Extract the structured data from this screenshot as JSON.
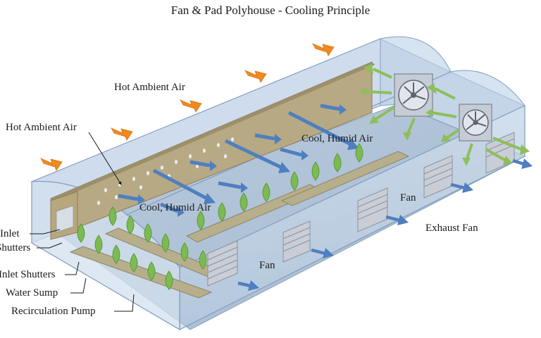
{
  "title": "Fan & Pad Polyhouse - Cooling Principle",
  "labels": {
    "hot_ambient_air_top": "Hot Ambient Air",
    "hot_ambient_air_left": "Hot Ambient Air",
    "cool_humid_air_center": "Cool, Humid Air",
    "cool_humid_air_left": "Cool, Humid Air",
    "fan_right": "Fan",
    "fan_center": "Fan",
    "exhaust_fan": "Exhaust Fan",
    "inlet": "Inlet",
    "shutters": "Shutters",
    "inlet_shutters": "Inlet Shutters",
    "water_sump": "Water Sump",
    "recirculation_pump": "Recirculation Pump"
  },
  "colors": {
    "hot_air_arrow": "#f08a1e",
    "cool_air_arrow": "#4f7fc0",
    "exhaust_air_arrow": "#8dbf5a",
    "cooling_pad": "#b4a47c",
    "plant": "#7cbb52",
    "glazing": "#c9d9ea",
    "frame": "#6f8fb5"
  },
  "icons": [
    "orange-hot-air-arrow",
    "blue-cool-air-arrow",
    "green-exhaust-arrow",
    "exhaust-fan-icon",
    "louvre-vent-icon",
    "plant-icon"
  ]
}
